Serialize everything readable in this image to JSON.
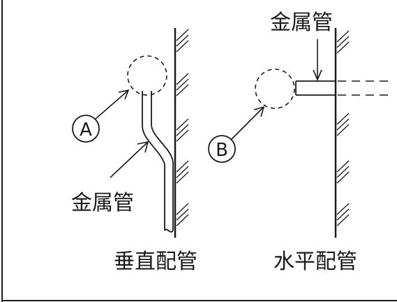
{
  "diagram": {
    "left_panel": {
      "caption": "垂直配管",
      "pipe_label": "金属管",
      "marker": "A"
    },
    "right_panel": {
      "caption": "水平配管",
      "pipe_label": "金属管",
      "marker": "B"
    }
  },
  "colors": {
    "ink": "#1a1a1a",
    "background": "#ffffff"
  }
}
